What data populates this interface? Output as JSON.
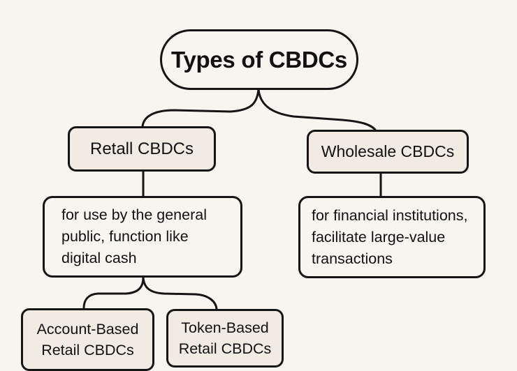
{
  "diagram": {
    "title": "Types of CBDCs",
    "colors": {
      "background": "#f8f5f0",
      "box_fill": "#f1ebe3",
      "stroke": "#151515"
    },
    "categories": [
      {
        "id": "retail",
        "label": "Retall CBDCs",
        "description_lines": [
          "for use by the general",
          "public, function like",
          "digital cash"
        ],
        "children": [
          {
            "id": "account",
            "lines": [
              "Account-Based",
              "Retail CBDCs"
            ]
          },
          {
            "id": "token",
            "lines": [
              "Token-Based",
              "Retail CBDCs"
            ]
          }
        ]
      },
      {
        "id": "wholesale",
        "label": "Wholesale CBDCs",
        "description_lines": [
          "for financial institutions,",
          "facilitate large-value",
          "transactions"
        ],
        "children": []
      }
    ],
    "edges": [
      {
        "from": "Types of CBDCs",
        "to": "Retall CBDCs"
      },
      {
        "from": "Types of CBDCs",
        "to": "Wholesale CBDCs"
      },
      {
        "from": "Retall CBDCs",
        "to": "retail description"
      },
      {
        "from": "Wholesale CBDCs",
        "to": "wholesale description"
      },
      {
        "from": "retail description",
        "to": "Account-Based Retail CBDCs"
      },
      {
        "from": "retail description",
        "to": "Token-Based Retail CBDCs"
      }
    ]
  }
}
